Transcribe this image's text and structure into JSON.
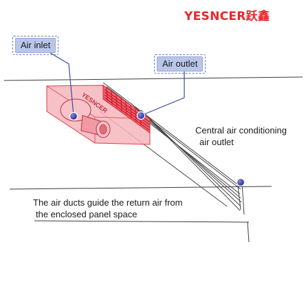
{
  "brand": {
    "name": "YESNCER跃鑫",
    "color": "#e8262b"
  },
  "labels": {
    "air_inlet": "Air inlet",
    "air_outlet": "Air outlet",
    "central_outlet_line1": "Central air conditioning",
    "central_outlet_line2": "air outlet",
    "ducts_line1": "The air ducts guide the return air from",
    "ducts_line2": "the enclosed panel space",
    "unit_stamp": "YESNCER"
  },
  "colors": {
    "unit_fill": "#f4b6bd",
    "unit_stroke": "#e23b4a",
    "grille": "#d81e2b",
    "tag_fill": "#b9c6ea",
    "marker": "#2f3ea8",
    "leader": "#3a4aa0",
    "sketch": "#3a3a3a"
  },
  "icons": [
    "marker-dot-icon"
  ]
}
